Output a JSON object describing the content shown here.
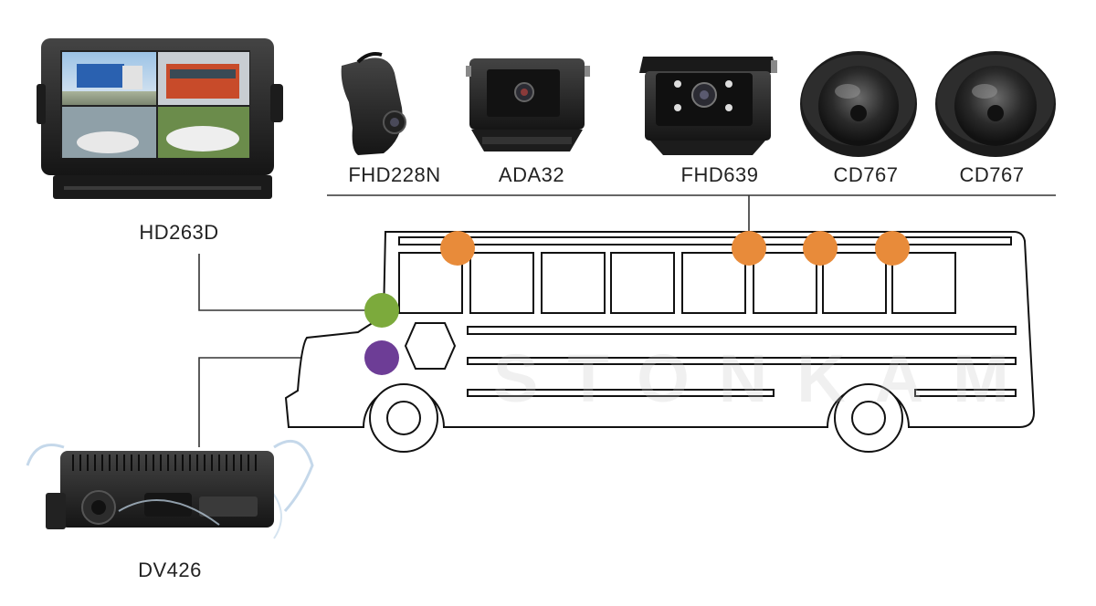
{
  "products": {
    "monitor": "HD263D",
    "dvr": "DV426",
    "cameras": [
      "FHD228N",
      "ADA32",
      "FHD639",
      "CD767",
      "CD767"
    ]
  },
  "watermark": "STONKAM",
  "colors": {
    "camera_dot": "#E88B3A",
    "monitor_dot": "#7CAA3C",
    "dvr_dot": "#6D3D96",
    "line": "#333333"
  }
}
